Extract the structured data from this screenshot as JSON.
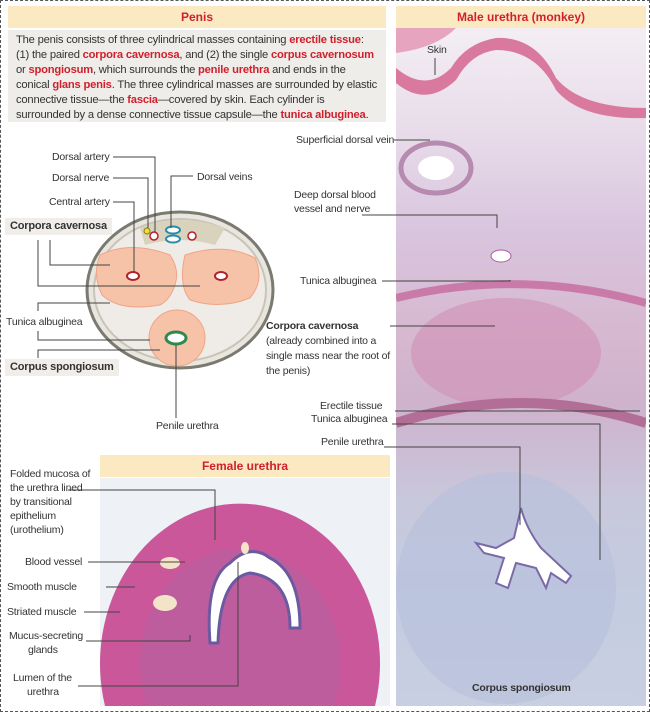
{
  "penis": {
    "title": "Penis",
    "intro": [
      {
        "t": "The penis consists of three cylindrical masses containing ",
        "hl": false
      },
      {
        "t": "erectile tissue",
        "hl": true
      },
      {
        "t": ": (1) the paired ",
        "hl": false
      },
      {
        "t": "corpora cavernosa",
        "hl": true
      },
      {
        "t": ", and (2) the single ",
        "hl": false
      },
      {
        "t": "corpus cavernosum",
        "hl": true
      },
      {
        "t": " or ",
        "hl": false
      },
      {
        "t": "spongiosum",
        "hl": true
      },
      {
        "t": ", which surrounds the ",
        "hl": false
      },
      {
        "t": "penile urethra",
        "hl": true
      },
      {
        "t": " and ends in the conical ",
        "hl": false
      },
      {
        "t": "glans penis",
        "hl": true
      },
      {
        "t": ". The three cylindrical masses are surrounded by elastic connective tissue—the ",
        "hl": false
      },
      {
        "t": "fascia",
        "hl": true
      },
      {
        "t": "—covered by skin. Each cylinder is surrounded by a dense connective tissue capsule—the ",
        "hl": false
      },
      {
        "t": "tunica albuginea",
        "hl": true
      },
      {
        "t": ".",
        "hl": false
      }
    ],
    "diagram": {
      "dorsal_artery": "Dorsal artery",
      "dorsal_nerve": "Dorsal nerve",
      "central_artery": "Central artery",
      "dorsal_veins": "Dorsal veins",
      "corpora_cavernosa": "Corpora cavernosa",
      "tunica_albuginea": "Tunica albuginea",
      "corpus_spongiosum": "Corpus spongiosum",
      "penile_urethra": "Penile urethra"
    }
  },
  "male": {
    "title": "Male urethra (monkey)",
    "skin": "Skin",
    "superficial_dorsal_vein": "Superficial dorsal vein",
    "deep_dorsal_1": "Deep dorsal blood",
    "deep_dorsal_2": "vessel and nerve",
    "tunica_albuginea": "Tunica albuginea",
    "corpora_cavernosa": "Corpora cavernosa",
    "cc_note_1": "(already combined into a",
    "cc_note_2": "single mass near the root of",
    "cc_note_3": "the penis)",
    "erectile_tissue": "Erectile tissue",
    "tunica_albuginea_2": "Tunica albuginea",
    "penile_urethra": "Penile urethra",
    "corpus_spongiosum": "Corpus spongiosum"
  },
  "female": {
    "title": "Female urethra",
    "folded_1": "Folded mucosa of",
    "folded_2": "the urethra lined",
    "folded_3": "by transitional",
    "folded_4": "epithelium",
    "folded_5": "(urothelium)",
    "blood_vessel": "Blood vessel",
    "smooth_muscle": "Smooth muscle",
    "striated_muscle": "Striated muscle",
    "mucus_1": "Mucus-secreting",
    "mucus_2": "glands",
    "lumen_1": "Lumen of the",
    "lumen_2": "urethra"
  }
}
